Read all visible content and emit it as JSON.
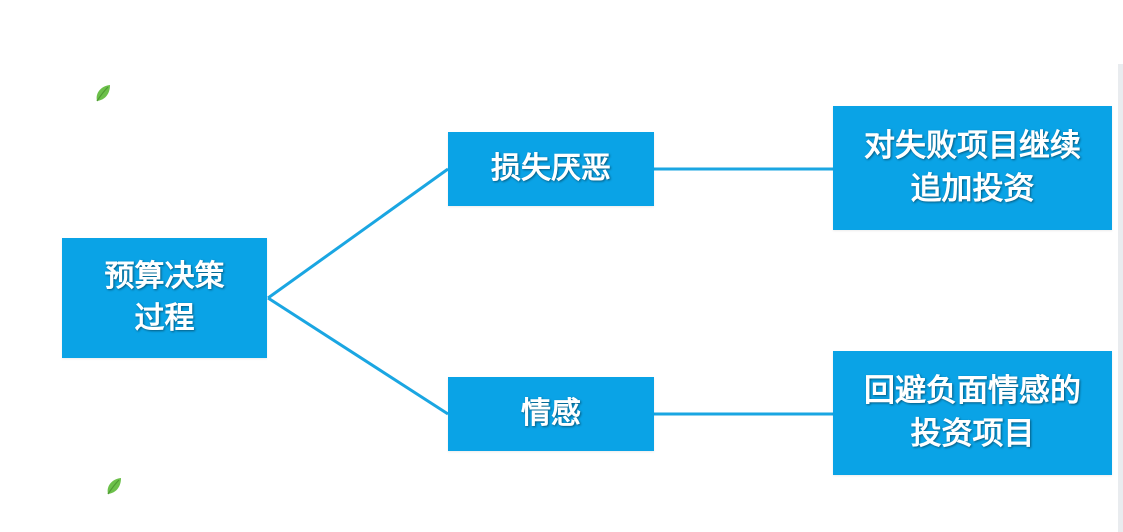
{
  "diagram": {
    "root": {
      "label": "预算决策过程"
    },
    "branches": [
      {
        "label": "损失厌恶",
        "outcome": "对失败项目继续追加投资"
      },
      {
        "label": "情感",
        "outcome": "回避负面情感的投资项目"
      }
    ],
    "colors": {
      "box_fill": "#0aa3e6",
      "connector": "#1aa6e2",
      "text": "#ffffff",
      "leaf_green": "#6cc04a"
    },
    "decorations": [
      "leaf-icon",
      "leaf-icon"
    ]
  }
}
